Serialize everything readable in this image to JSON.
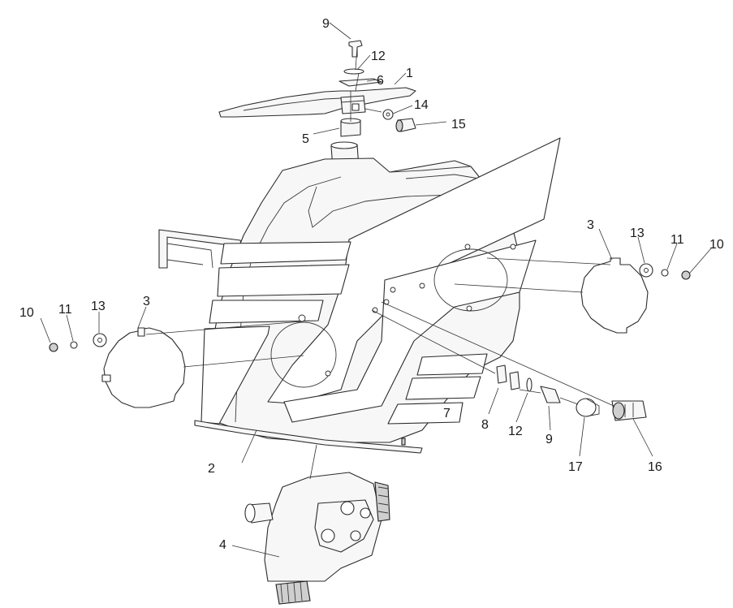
{
  "callouts": {
    "c1": "1",
    "c2": "2",
    "c3_right": "3",
    "c3_left": "3",
    "c4": "4",
    "c5": "5",
    "c6": "6",
    "c7": "7",
    "c8": "8",
    "c9_top": "9",
    "c9_bottom": "9",
    "c10_right": "10",
    "c10_left": "10",
    "c11_right": "11",
    "c11_left": "11",
    "c12_top": "12",
    "c12_bottom": "12",
    "c13_right": "13",
    "c13_left": "13",
    "c14": "14",
    "c15": "15",
    "c16": "16",
    "c17": "17"
  },
  "colors": {
    "line": "#2b2b2b",
    "fill": "#f7f7f7",
    "background": "#ffffff"
  }
}
